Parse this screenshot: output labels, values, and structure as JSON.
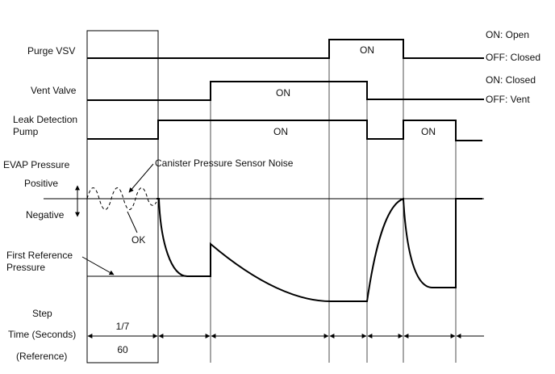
{
  "signals": {
    "purge_vsv": "Purge VSV",
    "vent_valve": "Vent Valve",
    "leak_pump_line1": "Leak Detection",
    "leak_pump_line2": "Pump",
    "evap_pressure": "EVAP Pressure"
  },
  "states": {
    "purge_on": "ON: Open",
    "purge_off": "OFF: Closed",
    "vent_on": "ON: Closed",
    "vent_off": "OFF: Vent"
  },
  "on_label": "ON",
  "pressure_axis": {
    "positive": "Positive",
    "negative": "Negative"
  },
  "annotations": {
    "noise": "Canister Pressure Sensor Noise",
    "ok": "OK",
    "ref_line1": "First Reference",
    "ref_line2": "Pressure"
  },
  "footer": {
    "step": "Step",
    "time": "Time (Seconds)",
    "reference": "(Reference)",
    "step_value": "1/7",
    "time_value": "60"
  }
}
